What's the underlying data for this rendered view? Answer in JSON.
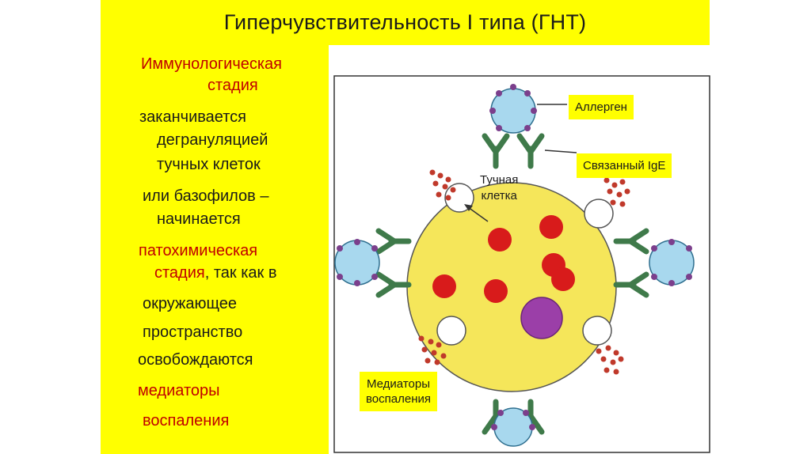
{
  "slide": {
    "title": "Гиперчувствительность I типа (ГНТ)"
  },
  "text_lines": [
    {
      "text": "Иммунологическая",
      "color": "red"
    },
    {
      "text": "стадия",
      "color": "red"
    },
    {
      "text": "заканчивается",
      "color": "black"
    },
    {
      "text": "дегрануляцией",
      "color": "black"
    },
    {
      "text": "тучных клеток",
      "color": "black"
    },
    {
      "text": "или базофилов –",
      "color": "black"
    },
    {
      "text": "начинается",
      "color": "black"
    },
    {
      "text": "патохимическая",
      "color": "red"
    },
    {
      "text": "стадия",
      "color": "red"
    },
    {
      "text": ", так как в",
      "color": "black"
    },
    {
      "text": "окружающее",
      "color": "black"
    },
    {
      "text": "пространство",
      "color": "black"
    },
    {
      "text": "освобождаются",
      "color": "black"
    },
    {
      "text": "медиаторы",
      "color": "red"
    },
    {
      "text": "воспаления",
      "color": "red"
    }
  ],
  "diagram": {
    "labels": {
      "allergen": "Аллерген",
      "bound_ige": "Связанный IgE",
      "mast_cell_line1": "Тучная",
      "mast_cell_line2": "клетка",
      "mediators_line1": "Медиаторы",
      "mediators_line2": "воспаления"
    },
    "colors": {
      "highlight": "#ffff00",
      "cell_fill": "#f5e65a",
      "granule": "#d81b1b",
      "nucleus": "#9b3fa8",
      "allergen": "#a8d8ee",
      "antibody": "#3f7a4a",
      "receptor_dot": "#7b3f8c",
      "mediator_dot": "#c0392b"
    }
  }
}
